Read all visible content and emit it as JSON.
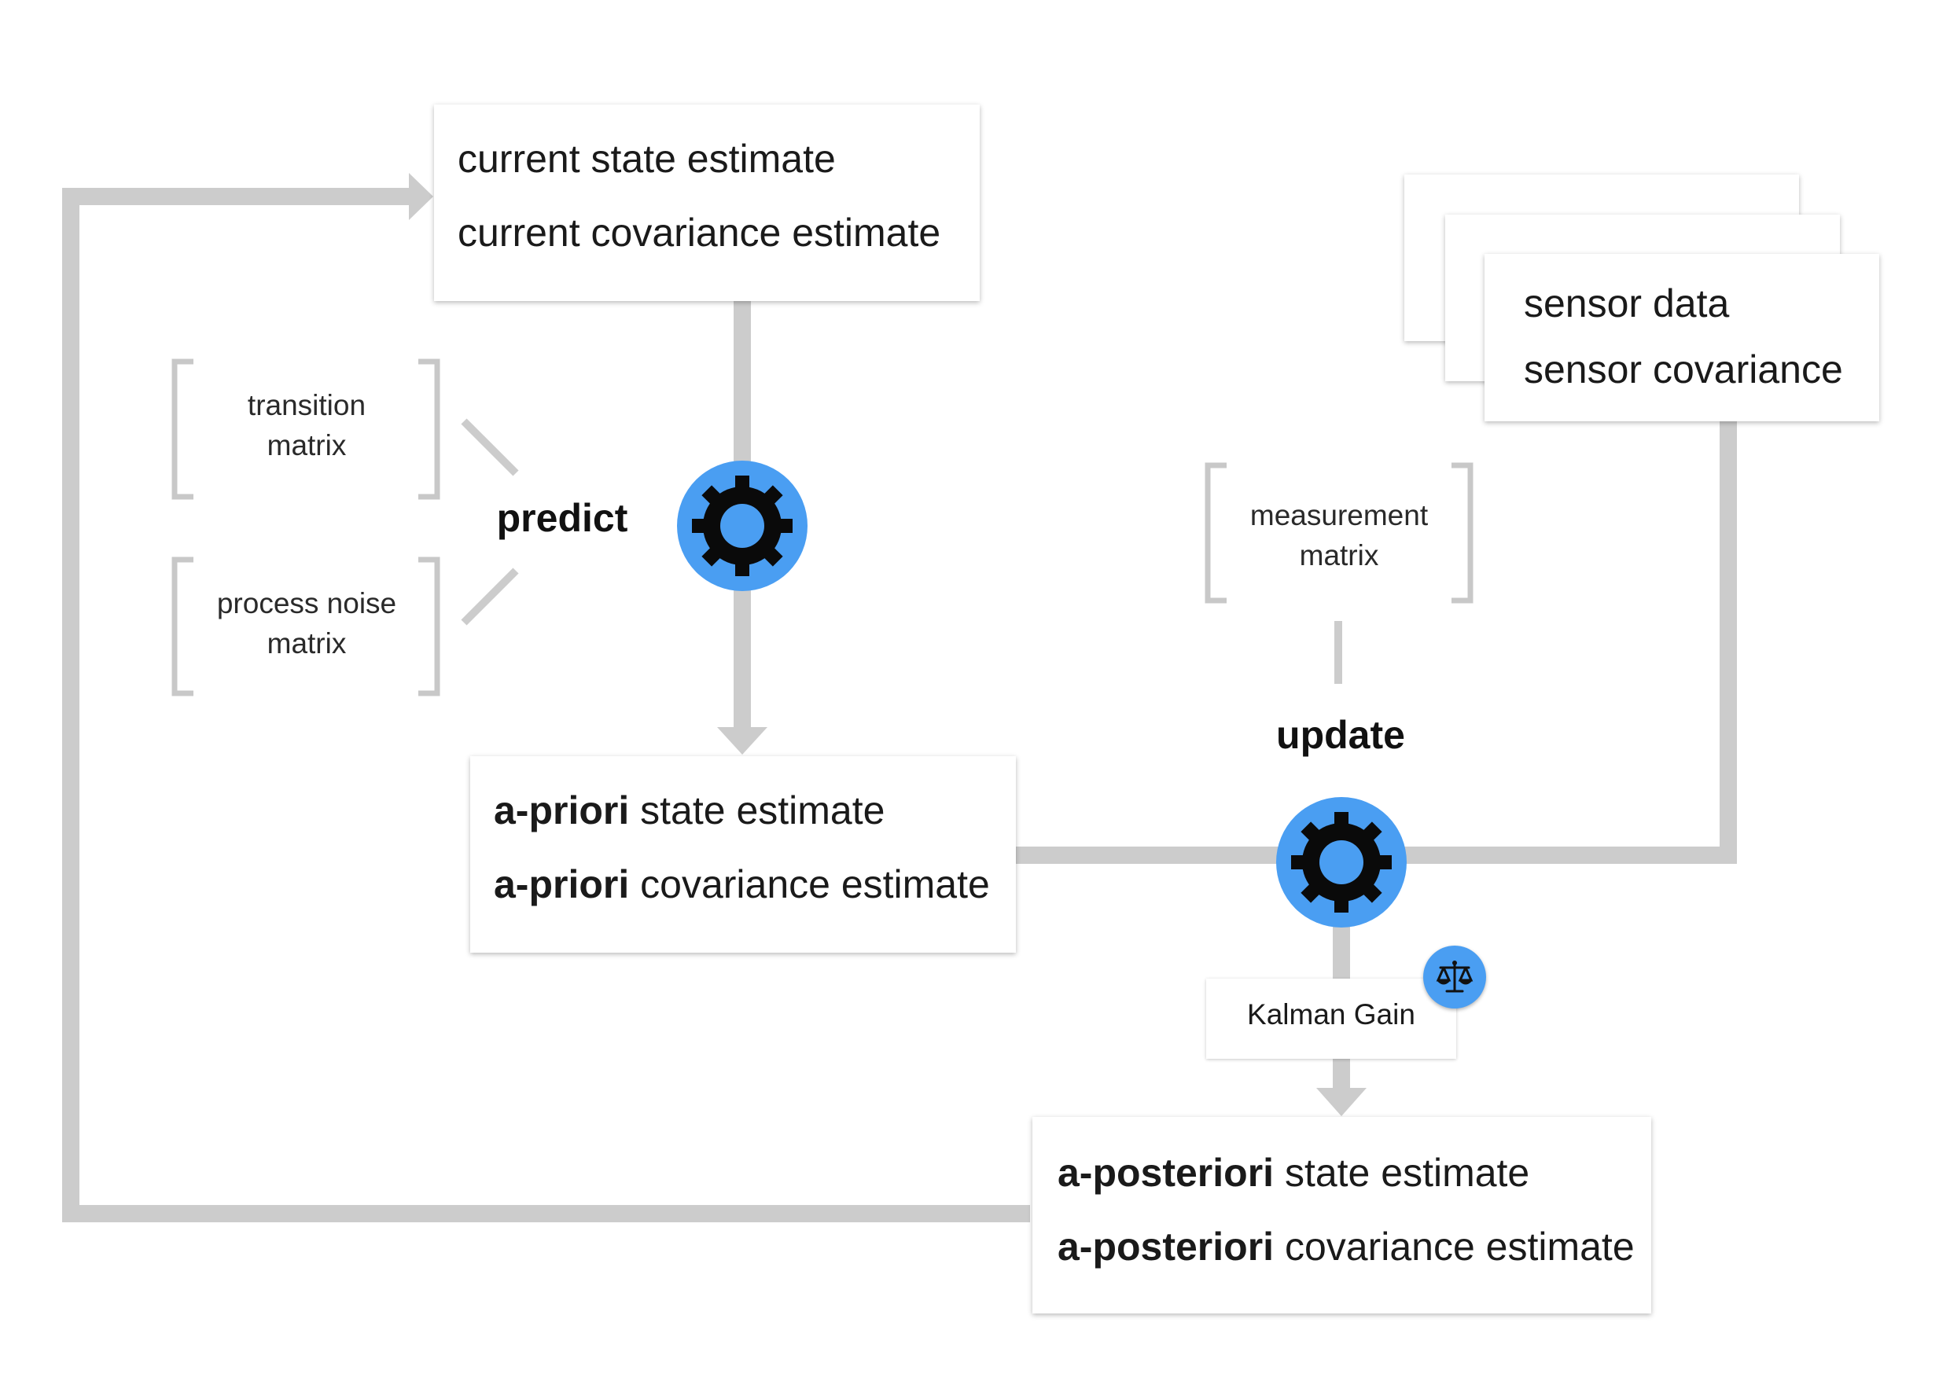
{
  "diagram": {
    "current": {
      "line1": "current state estimate",
      "line2": "current covariance estimate"
    },
    "apriori": {
      "strong": "a-priori",
      "line1": "state estimate",
      "line2": "covariance estimate"
    },
    "aposteriori": {
      "strong": "a-posteriori",
      "line1": "state estimate",
      "line2": "covariance estimate"
    },
    "sensor": {
      "line1": "sensor data",
      "line2": "sensor covariance"
    },
    "transition_matrix": {
      "line1": "transition",
      "line2": "matrix"
    },
    "process_noise_matrix": {
      "line1": "process noise",
      "line2": "matrix"
    },
    "measurement_matrix": {
      "line1": "measurement",
      "line2": "matrix"
    },
    "predict_label": "predict",
    "update_label": "update",
    "kalman_gain_label": "Kalman Gain",
    "icons": {
      "predict": "gear-icon",
      "update": "gear-icon",
      "kalman_gain": "balance-scale-icon"
    },
    "colors": {
      "accent": "#4a9ef2",
      "connector": "#cccccc",
      "bracket": "#c8c8c8"
    }
  }
}
